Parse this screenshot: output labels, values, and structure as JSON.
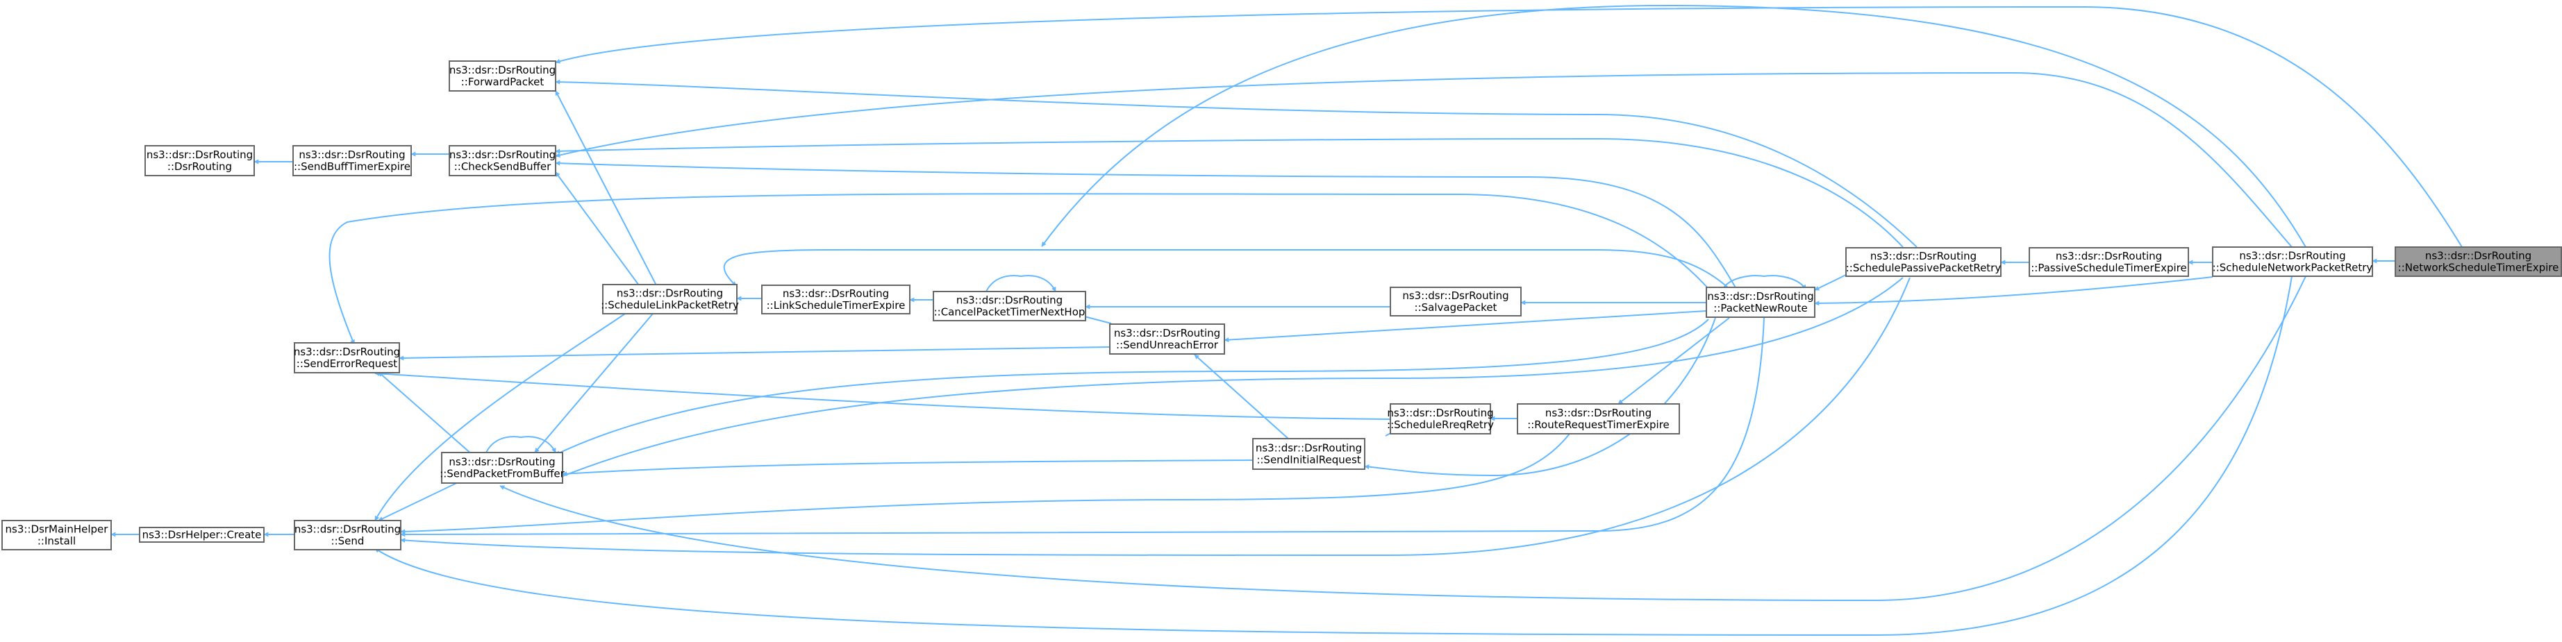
{
  "nodes": [
    {
      "id": "n0",
      "lines": [
        "ns3::dsr::DsrRouting",
        "::NetworkScheduleTimerExpire"
      ],
      "focus": true
    },
    {
      "id": "n1",
      "lines": [
        "ns3::dsr::DsrRouting",
        "::ScheduleNetworkPacketRetry"
      ]
    },
    {
      "id": "n2",
      "lines": [
        "ns3::dsr::DsrRouting",
        "::ForwardPacket"
      ]
    },
    {
      "id": "n3",
      "lines": [
        "ns3::dsr::DsrRouting",
        "::CheckSendBuffer"
      ]
    },
    {
      "id": "n4",
      "lines": [
        "ns3::dsr::DsrRouting",
        "::SendBuffTimerExpire"
      ]
    },
    {
      "id": "n5",
      "lines": [
        "ns3::dsr::DsrRouting",
        "::DsrRouting"
      ]
    },
    {
      "id": "n6",
      "lines": [
        "ns3::dsr::DsrRouting",
        "::ScheduleLinkPacketRetry"
      ]
    },
    {
      "id": "n7",
      "lines": [
        "ns3::dsr::DsrRouting",
        "::LinkScheduleTimerExpire"
      ]
    },
    {
      "id": "n8",
      "lines": [
        "ns3::dsr::DsrRouting",
        "::CancelPacketTimerNextHop"
      ]
    },
    {
      "id": "n9",
      "lines": [
        "ns3::dsr::DsrRouting",
        "::SalvagePacket"
      ]
    },
    {
      "id": "n10",
      "lines": [
        "ns3::dsr::DsrRouting",
        "::PacketNewRoute"
      ]
    },
    {
      "id": "n11",
      "lines": [
        "ns3::dsr::DsrRouting",
        "::SchedulePassivePacketRetry"
      ]
    },
    {
      "id": "n12",
      "lines": [
        "ns3::dsr::DsrRouting",
        "::PassiveScheduleTimerExpire"
      ]
    },
    {
      "id": "n13",
      "lines": [
        "ns3::dsr::DsrRouting",
        "::SendUnreachError"
      ]
    },
    {
      "id": "n14",
      "lines": [
        "ns3::dsr::DsrRouting",
        "::SendErrorRequest"
      ]
    },
    {
      "id": "n15",
      "lines": [
        "ns3::dsr::DsrRouting",
        "::ScheduleRreqRetry"
      ]
    },
    {
      "id": "n16",
      "lines": [
        "ns3::dsr::DsrRouting",
        "::RouteRequestTimerExpire"
      ]
    },
    {
      "id": "n17",
      "lines": [
        "ns3::dsr::DsrRouting",
        "::SendInitialRequest"
      ]
    },
    {
      "id": "n18",
      "lines": [
        "ns3::dsr::DsrRouting",
        "::SendPacketFromBuffer"
      ]
    },
    {
      "id": "n19",
      "lines": [
        "ns3::dsr::DsrRouting",
        "::Send"
      ]
    },
    {
      "id": "n20",
      "lines": [
        "ns3::DsrHelper::Create"
      ]
    },
    {
      "id": "n21",
      "lines": [
        "ns3::DsrMainHelper",
        "::Install"
      ]
    }
  ]
}
